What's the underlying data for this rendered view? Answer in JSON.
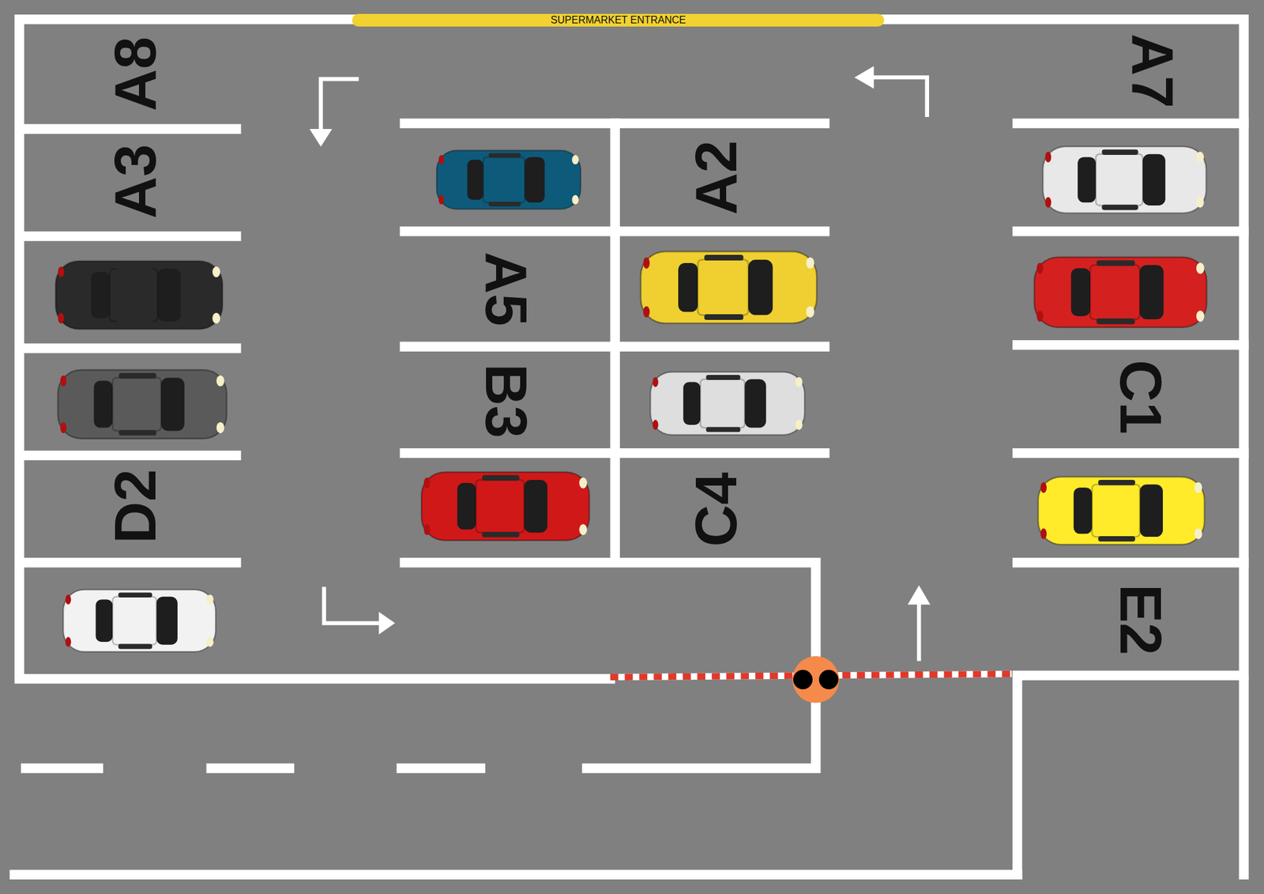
{
  "diagram": {
    "nodes": [
      {
        "text": [
          "SUPERMARKET ENTRANCE"
        ]
      }
    ],
    "labels": [
      "A8",
      "A7",
      "A3",
      "A2",
      "A5",
      "B3",
      "C1",
      "D2",
      "C4",
      "E2"
    ]
  }
}
